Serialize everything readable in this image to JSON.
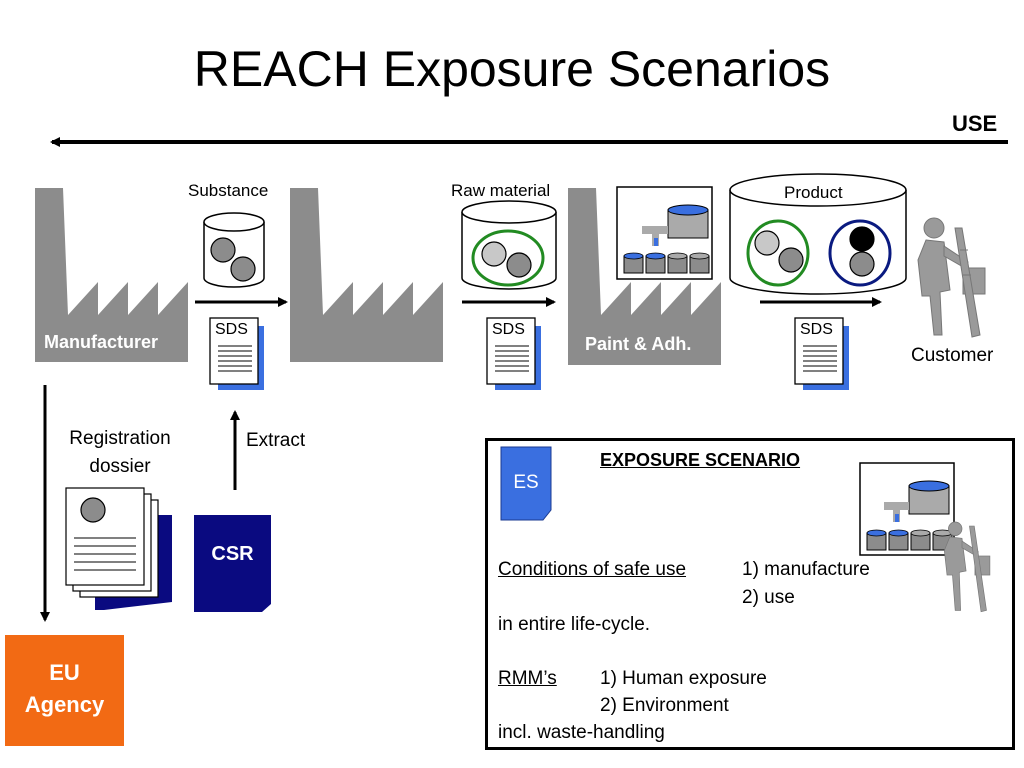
{
  "title": "REACH Exposure Scenarios",
  "use_label": "USE",
  "labels": {
    "substance": "Substance",
    "raw_material": "Raw material",
    "product": "Product",
    "manufacturer": "Manufacturer",
    "paint_adh": "Paint & Adh.",
    "customer": "Customer",
    "sds": "SDS",
    "extract": "Extract",
    "registration_line1": "Registration",
    "registration_line2": "dossier",
    "csr": "CSR",
    "eu_line1": "EU",
    "eu_line2": "Agency"
  },
  "exposure_scenario": {
    "heading": "EXPOSURE SCENARIO",
    "es_badge": "ES",
    "conditions_label": "Conditions of safe use",
    "conditions_item1": "1) manufacture",
    "conditions_item2": "2) use",
    "conditions_tail": "in entire life-cycle.",
    "rmm_label": "RMM’s",
    "rmm_item1": "1) Human exposure",
    "rmm_item2": "2) Environment",
    "rmm_tail": "incl. waste-handling"
  },
  "colors": {
    "factory": "#8c8c8c",
    "blue_doc": "#3a6fe0",
    "navy": "#0a0a80",
    "eu_orange": "#f26a14",
    "green_ring": "#228b22",
    "navy_ring": "#0a1a80"
  }
}
